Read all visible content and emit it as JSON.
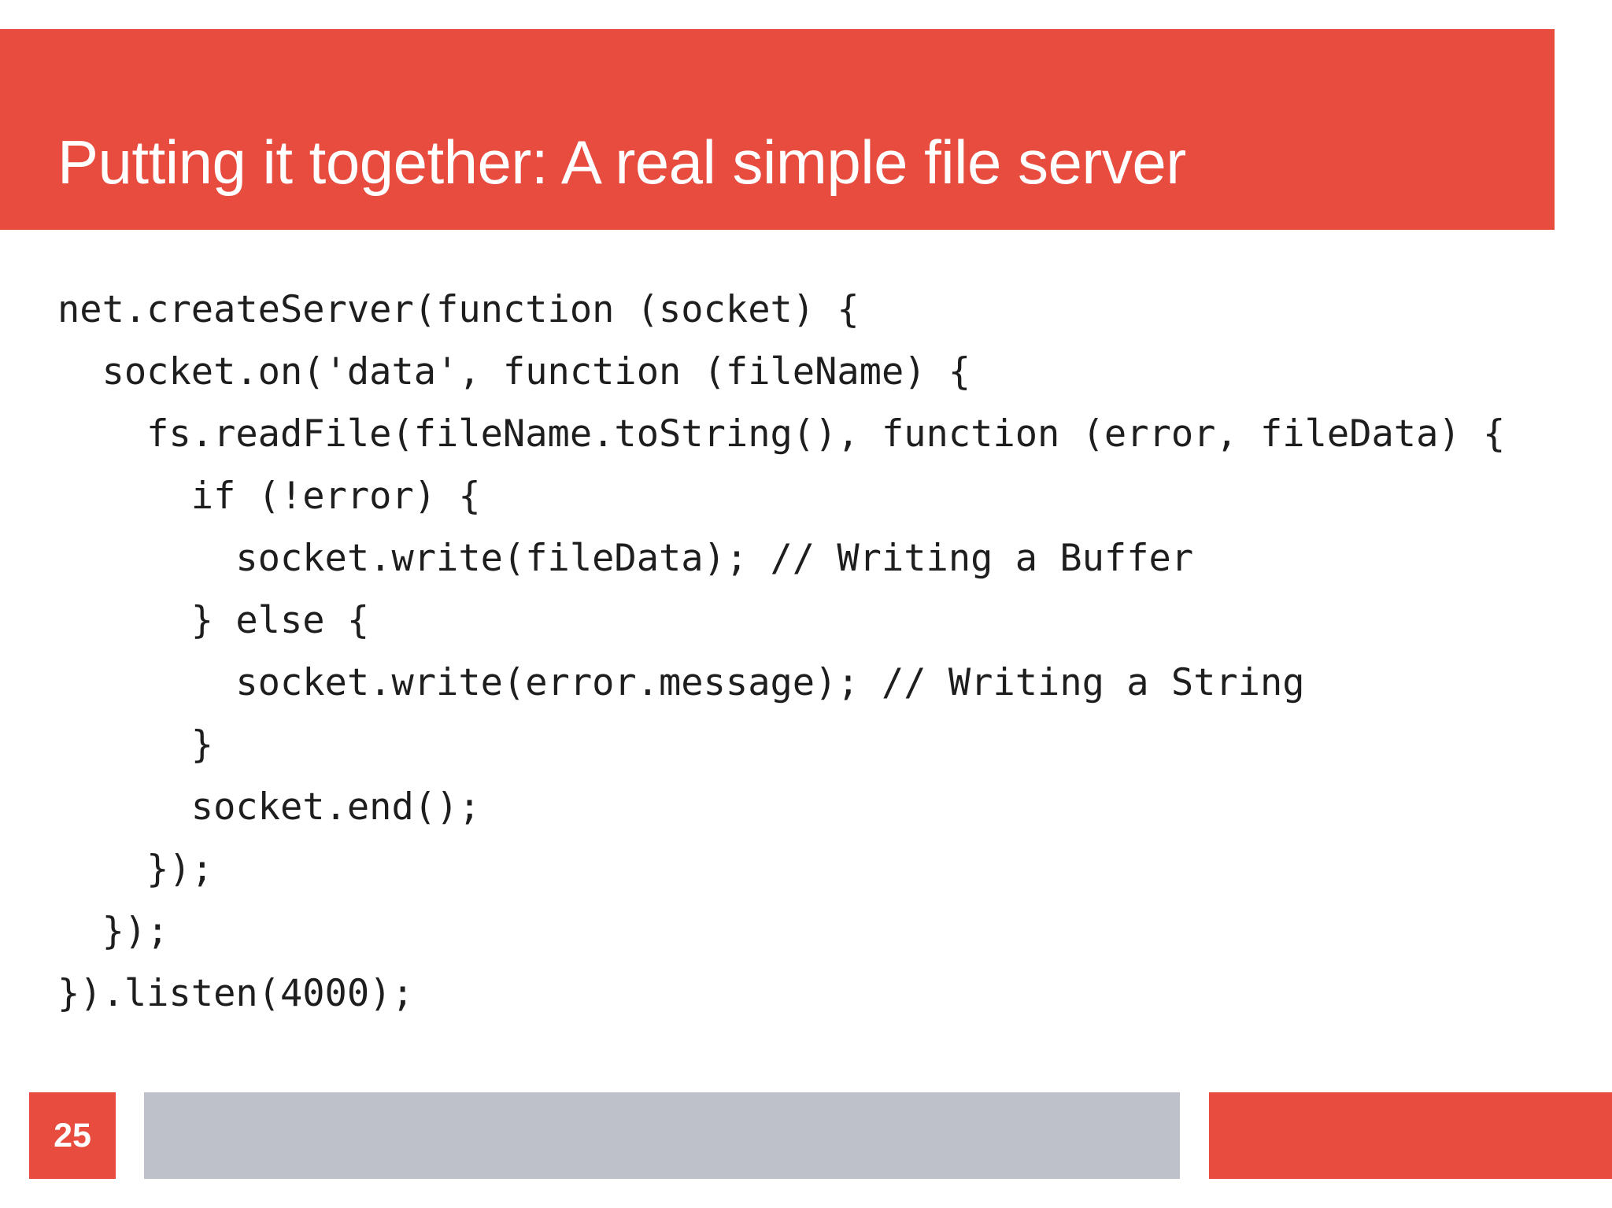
{
  "slide": {
    "title": "Putting it together: A real simple file server",
    "page_number": "25",
    "accent_color": "#e74c3f",
    "footer_gray_color": "#bec1c9"
  },
  "code": {
    "lines": [
      "net.createServer(function (socket) {",
      "  socket.on('data', function (fileName) {",
      "    fs.readFile(fileName.toString(), function (error, fileData) {",
      "      if (!error) {",
      "        socket.write(fileData); // Writing a Buffer",
      "      } else {",
      "        socket.write(error.message); // Writing a String",
      "      }",
      "      socket.end();",
      "    });",
      "  });",
      "}).listen(4000);"
    ]
  }
}
